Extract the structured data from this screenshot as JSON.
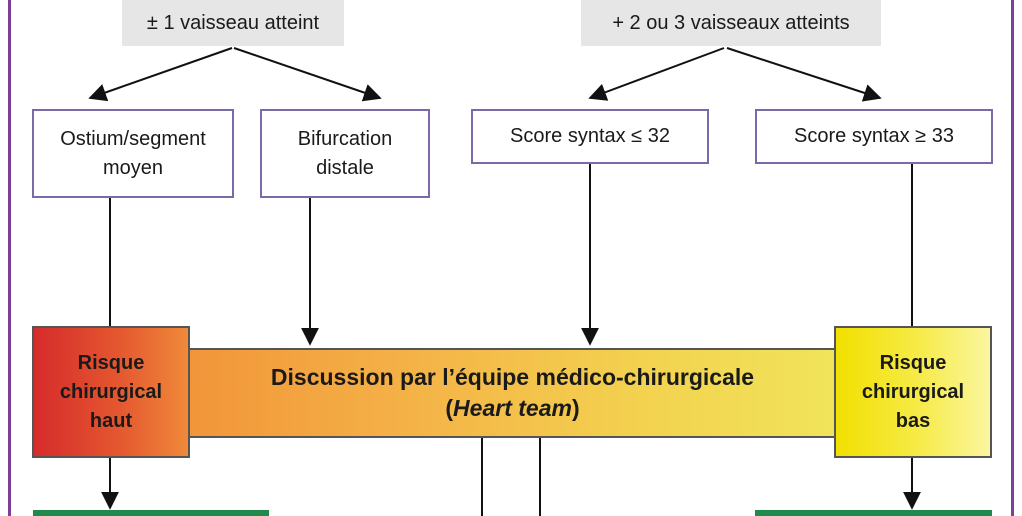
{
  "headers": {
    "left": "± 1 vaisseau atteint",
    "right": "+ 2 ou 3 vaisseaux atteints"
  },
  "boxes": {
    "ostium": [
      "Ostium/segment",
      "moyen"
    ],
    "bifurcation": [
      "Bifurcation",
      "distale"
    ],
    "syntax_low": "Score syntax ≤ 32",
    "syntax_high": "Score syntax ≥ 33"
  },
  "risk_high": [
    "Risque",
    "chirurgical",
    "haut"
  ],
  "risk_low": [
    "Risque",
    "chirurgical",
    "bas"
  ],
  "heart_team": {
    "line1": "Discussion par l’équipe médico-chirurgicale",
    "open": "(",
    "emphasis": "Heart team",
    "close": ")"
  },
  "colors": {
    "frame": "#7b3f98",
    "box_border": "#7b69a8",
    "header_bg": "#e6e6e6",
    "risk_high": "#d62b2b",
    "risk_low": "#f2e000",
    "green": "#1f8a4c"
  }
}
